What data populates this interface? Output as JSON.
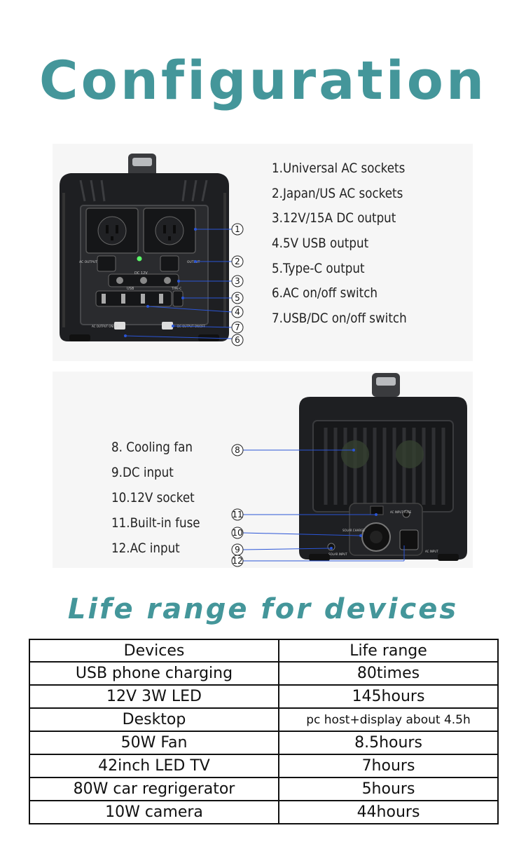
{
  "page": {
    "title": "Configuration",
    "subtitle": "Life range for devices"
  },
  "front_panel": {
    "labels": {
      "ac_output_left": "AC OUTPUT",
      "ac_output_right": "OUTPUT",
      "dc_12v": "DC 12V",
      "usb": "USB",
      "type_c": "TYPE-C",
      "ac_switch": "AC OUTPUT ON/OFF",
      "usb_dc_switch": "DC OUTPUT ON/OFF"
    },
    "legend": [
      "1.Universal AC sockets",
      "2.Japan/US AC sockets",
      "3.12V/15A DC output",
      "4.5V USB output",
      "5.Type-C output",
      "6.AC on/off switch",
      "7.USB/DC on/off switch"
    ],
    "callouts": [
      "1",
      "2",
      "3",
      "4",
      "5",
      "6",
      "7"
    ]
  },
  "back_panel": {
    "labels": {
      "ac_input_fuse": "AC INPUT FUSE",
      "solar_charge": "SOLAR CHARGE",
      "solar_input": "SOLAR INPUT",
      "ac_input": "AC INPUT"
    },
    "legend": [
      "8. Cooling fan",
      "9.DC input",
      "10.12V socket",
      "11.Built-in fuse",
      "12.AC input"
    ],
    "callouts": [
      "8",
      "11",
      "10",
      "9",
      "12"
    ]
  },
  "life_table": {
    "headers": [
      "Devices",
      "Life range"
    ],
    "rows": [
      {
        "device": "USB phone charging",
        "life": "80times"
      },
      {
        "device": "12V 3W LED",
        "life": "145hours"
      },
      {
        "device": "Desktop",
        "life": "pc host+display about 4.5h"
      },
      {
        "device": "50W Fan",
        "life": "8.5hours"
      },
      {
        "device": "42inch LED TV",
        "life": "7hours"
      },
      {
        "device": "80W car regrigerator",
        "life": "5hours"
      },
      {
        "device": "10W camera",
        "life": "44hours"
      }
    ]
  },
  "colors": {
    "accent": "#44969a",
    "callout_line": "#2b55d6",
    "device_body": "#1e1f22"
  }
}
